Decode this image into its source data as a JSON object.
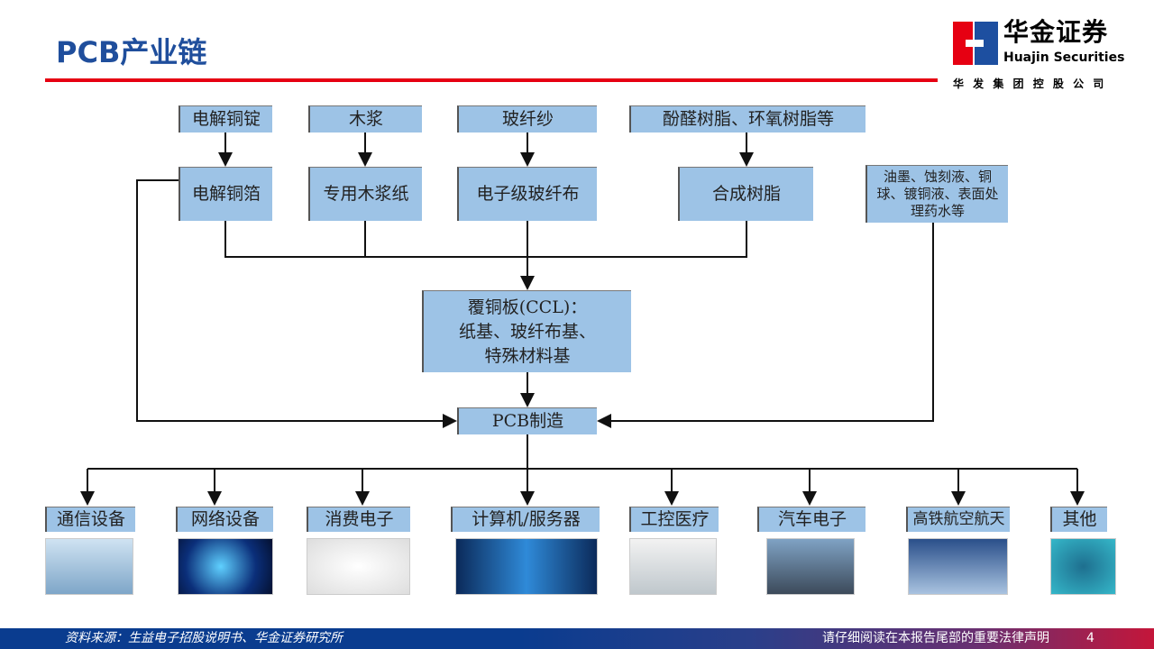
{
  "title": "PCB产业链",
  "logo": {
    "name_cn": "华金证券",
    "name_en": "Huajin Securities",
    "subtitle": "华 发 集 团 控 股 公 司"
  },
  "raw_materials": [
    "电解铜锭",
    "木浆",
    "玻纤纱",
    "酚醛树脂、环氧树脂等"
  ],
  "intermediates": [
    "电解铜箔",
    "专用木浆纸",
    "电子级玻纤布",
    "合成树脂",
    "油墨、蚀刻液、铜球、镀铜液、表面处理药水等"
  ],
  "ccl": [
    "覆铜板(CCL)：",
    "纸基、玻纤布基、",
    "特殊材料基"
  ],
  "pcb": "PCB制造",
  "applications": [
    "通信设备",
    "网络设备",
    "消费电子",
    "计算机/服务器",
    "工控医疗",
    "汽车电子",
    "高铁航空航天",
    "其他"
  ],
  "footer": {
    "source": "资料来源：生益电子招股说明书、华金证券研究所",
    "disclaimer": "请仔细阅读在本报告尾部的重要法律声明",
    "page": "4"
  }
}
